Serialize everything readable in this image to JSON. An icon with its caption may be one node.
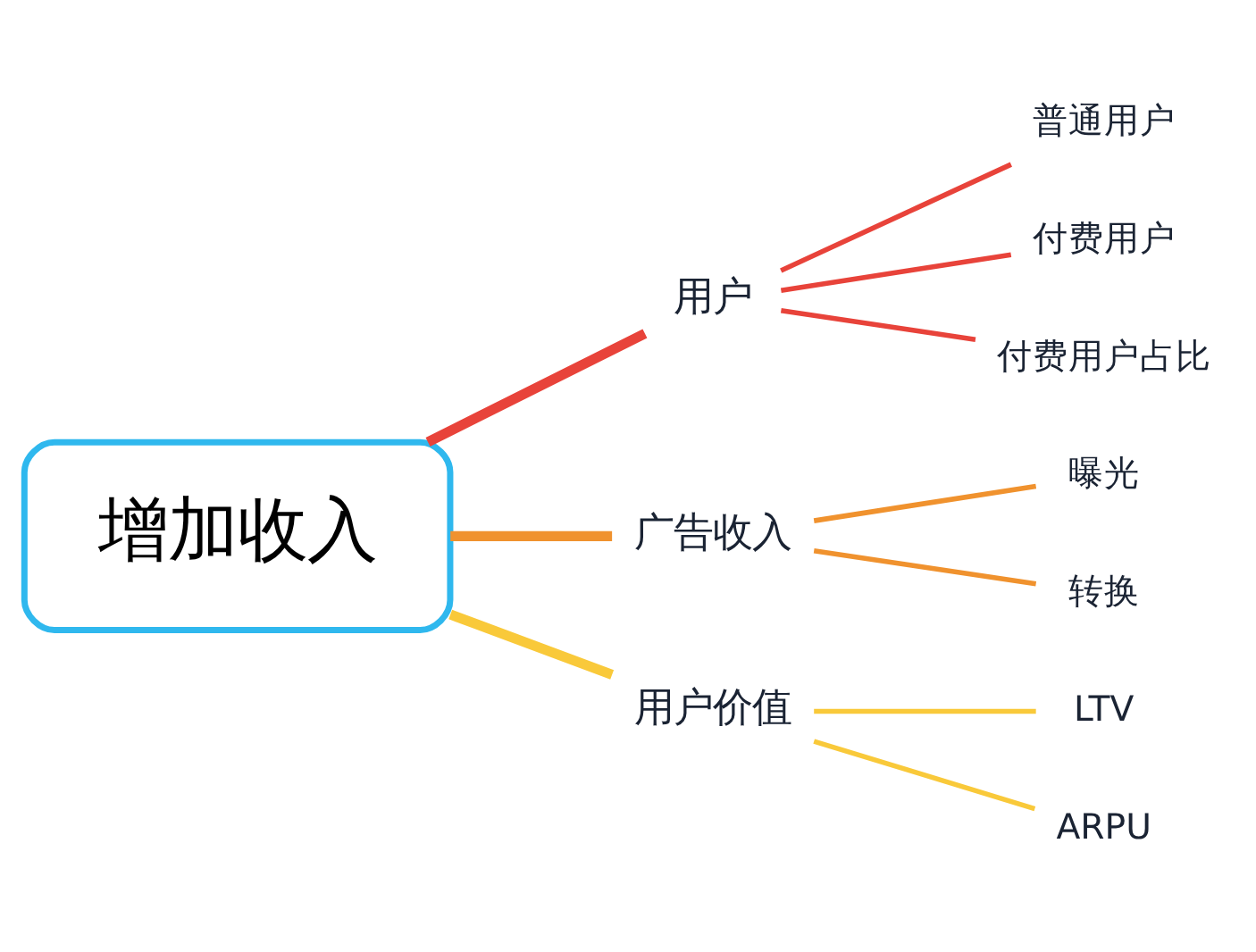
{
  "diagram": {
    "nodes": [
      {
        "text": [
          "增加收入"
        ]
      },
      {
        "text": [
          "用户"
        ]
      },
      {
        "text": [
          "普通用户"
        ]
      },
      {
        "text": [
          "付费用户"
        ]
      },
      {
        "text": [
          "付费用户占比"
        ]
      },
      {
        "text": [
          "广告收入"
        ]
      },
      {
        "text": [
          "曝光"
        ]
      },
      {
        "text": [
          "转换"
        ]
      },
      {
        "text": [
          "用户价值"
        ]
      },
      {
        "text": [
          "LTV"
        ]
      },
      {
        "text": [
          "ARPU"
        ]
      }
    ],
    "edges": [
      {
        "from": 0,
        "to": 1,
        "arrow": "none",
        "style": "thick",
        "color": "#e8433a"
      },
      {
        "from": 1,
        "to": 2,
        "arrow": "none",
        "color": "#e8433a"
      },
      {
        "from": 1,
        "to": 3,
        "arrow": "none",
        "color": "#e8433a"
      },
      {
        "from": 1,
        "to": 4,
        "arrow": "none",
        "color": "#e8433a"
      },
      {
        "from": 0,
        "to": 5,
        "arrow": "none",
        "style": "thick",
        "color": "#f0922e"
      },
      {
        "from": 5,
        "to": 6,
        "arrow": "none",
        "color": "#f0922e"
      },
      {
        "from": 5,
        "to": 7,
        "arrow": "none",
        "color": "#f0922e"
      },
      {
        "from": 0,
        "to": 8,
        "arrow": "none",
        "style": "thick",
        "color": "#f9c93a"
      },
      {
        "from": 8,
        "to": 9,
        "arrow": "none",
        "color": "#f9c93a"
      },
      {
        "from": 8,
        "to": 10,
        "arrow": "none",
        "color": "#f9c93a"
      }
    ]
  }
}
